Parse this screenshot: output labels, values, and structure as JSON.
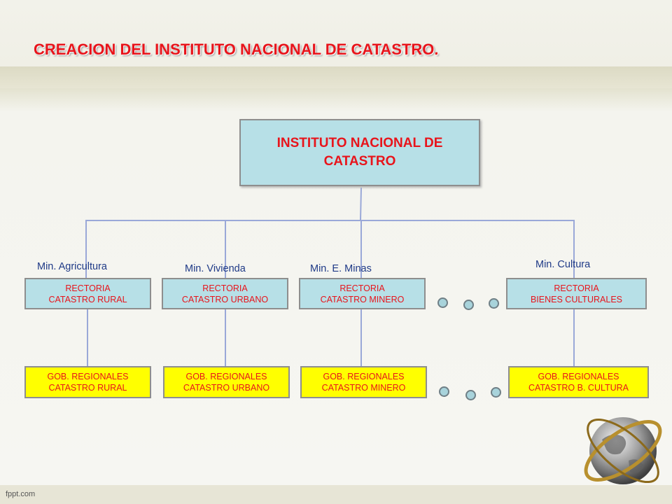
{
  "title": "CREACION DEL INSTITUTO NACIONAL DE CATASTRO.",
  "footer": "fppt.com",
  "main": {
    "label": "INSTITUTO NACIONAL DE CATASTRO"
  },
  "ministries": [
    {
      "ministry": "Min. Agricultura",
      "rectoria": "RECTORIA\nCATASTRO RURAL",
      "gob": "GOB. REGIONALES\nCATASTRO RURAL"
    },
    {
      "ministry": "Min. Vivienda",
      "rectoria": "RECTORIA\nCATASTRO URBANO",
      "gob": "GOB. REGIONALES\nCATASTRO URBANO"
    },
    {
      "ministry": "Min. E. Minas",
      "rectoria": "RECTORIA\nCATASTRO MINERO",
      "gob": "GOB. REGIONALES\nCATASTRO MINERO"
    },
    {
      "ministry": "Min. Cultura",
      "rectoria": "RECTORIA\nBIENES CULTURALES",
      "gob": "GOB. REGIONALES\nCATASTRO B. CULTURA"
    }
  ],
  "colors": {
    "title": "#e8141b",
    "box_fill": "#b7e0e7",
    "gob_fill": "#ffff00",
    "connector": "#9aa8d8",
    "label": "#1f3a87"
  },
  "icons": {
    "decoration": "globe-icon"
  }
}
